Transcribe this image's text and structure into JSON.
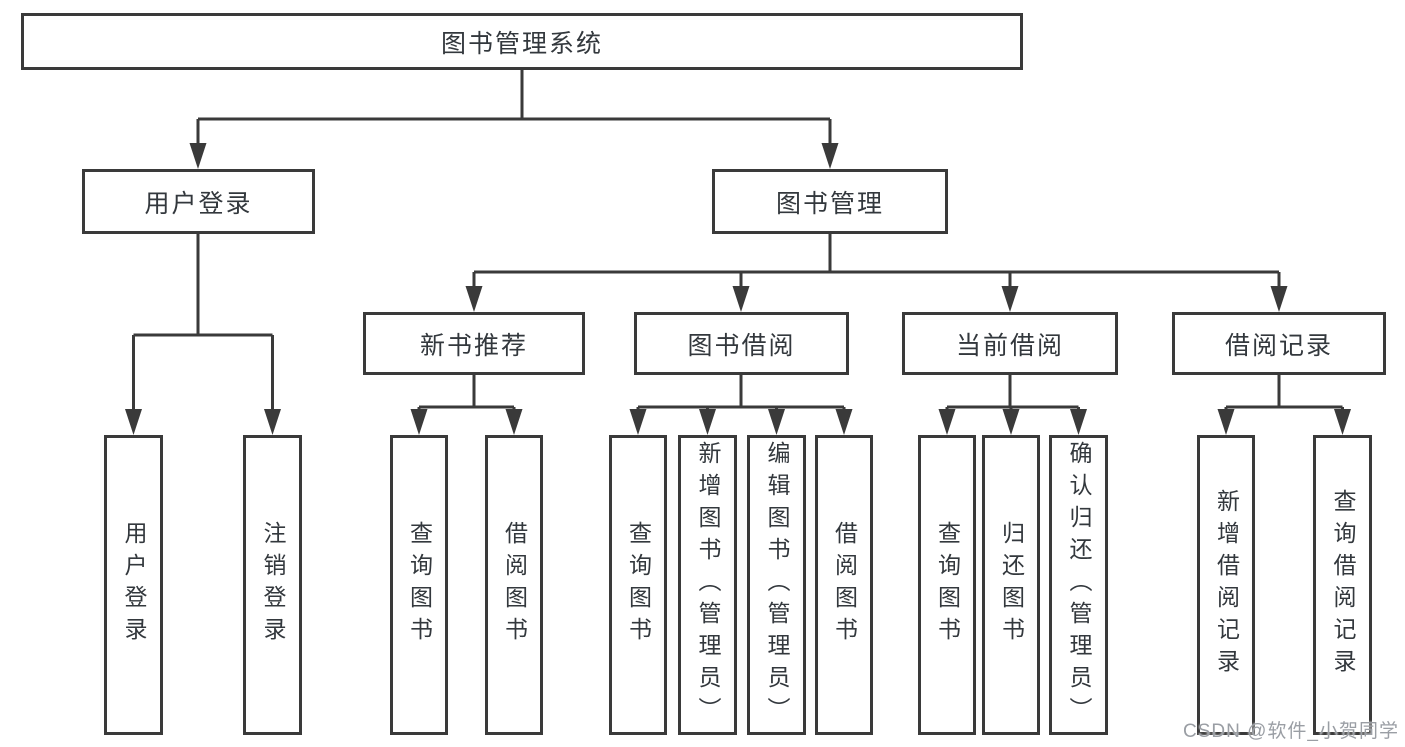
{
  "colors": {
    "line": "#3a3a3a",
    "box_border": "#3a3a3a",
    "text": "#33383d",
    "background": "#ffffff",
    "watermark": "#9a9ea4"
  },
  "watermark": "CSDN @软件_小贺同学",
  "tree": {
    "label": "图书管理系统",
    "children": [
      {
        "label": "用户登录",
        "children": [
          {
            "label": "用户登录"
          },
          {
            "label": "注销登录"
          }
        ]
      },
      {
        "label": "图书管理",
        "children": [
          {
            "label": "新书推荐",
            "children": [
              {
                "label": "查询图书"
              },
              {
                "label": "借阅图书"
              }
            ]
          },
          {
            "label": "图书借阅",
            "children": [
              {
                "label": "查询图书"
              },
              {
                "label": "新增图书（管理员）"
              },
              {
                "label": "编辑图书（管理员）"
              },
              {
                "label": "借阅图书"
              }
            ]
          },
          {
            "label": "当前借阅",
            "children": [
              {
                "label": "查询图书"
              },
              {
                "label": "归还图书"
              },
              {
                "label": "确认归还（管理员）"
              }
            ]
          },
          {
            "label": "借阅记录",
            "children": [
              {
                "label": "新增借阅记录"
              },
              {
                "label": "查询借阅记录"
              }
            ]
          }
        ]
      }
    ]
  }
}
